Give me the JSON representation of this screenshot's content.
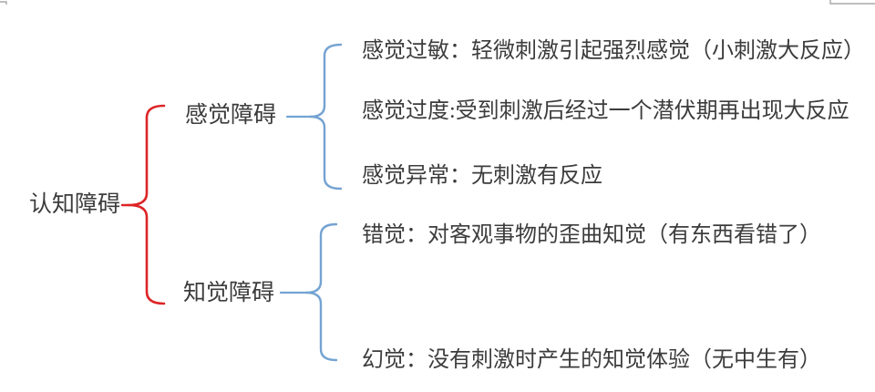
{
  "colors": {
    "background": "#ffffff",
    "text": "#3c3c3c",
    "root_brace": "#dd2426",
    "branch_brace": "#74a3d2",
    "edge_artifact": "#a9a9a9"
  },
  "diagram": {
    "root": {
      "label": "认知障碍"
    },
    "branches": [
      {
        "label": "感觉障碍",
        "items": [
          "感觉过敏：轻微刺激引起强烈感觉（小刺激大反应）",
          "感觉过度:受到刺激后经过一个潜伏期再出现大反应",
          "感觉异常：无刺激有反应"
        ]
      },
      {
        "label": "知觉障碍",
        "items": [
          "错觉：对客观事物的歪曲知觉（有东西看错了）",
          "幻觉：没有刺激时产生的知觉体验（无中生有）"
        ]
      }
    ]
  }
}
